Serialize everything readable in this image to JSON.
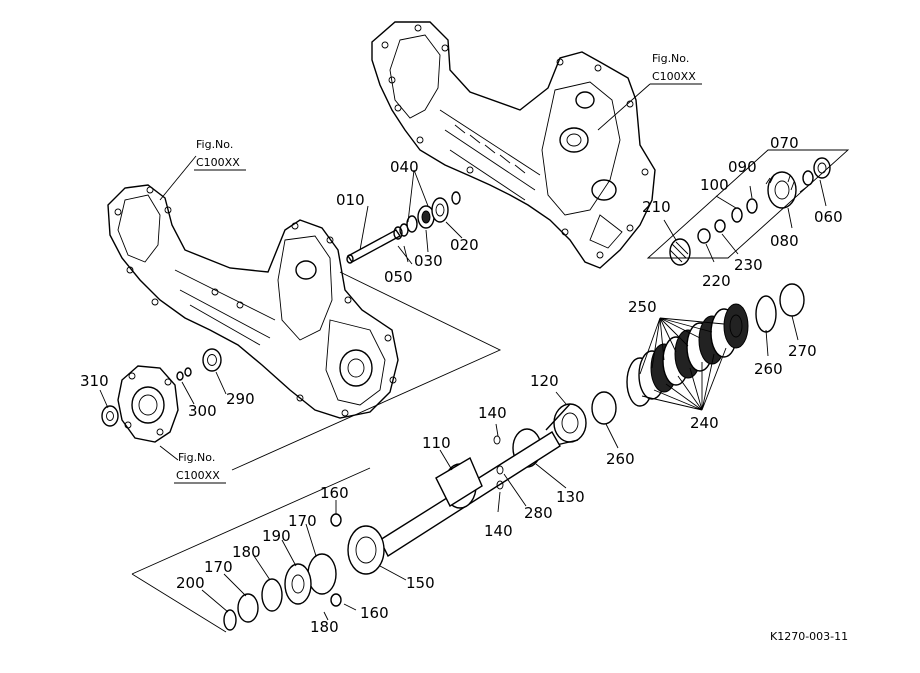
{
  "diagram": {
    "drawing_code": "K1270-003-11",
    "figure_refs": [
      {
        "line1": "Fig.No.",
        "line2": "C100XX"
      },
      {
        "line1": "Fig.No.",
        "line2": "C100XX"
      },
      {
        "line1": "Fig.No.",
        "line2": "C100XX"
      }
    ],
    "parts": {
      "p010": "010",
      "p020": "020",
      "p030": "030",
      "p040": "040",
      "p050": "050",
      "p060": "060",
      "p070": "070",
      "p080": "080",
      "p090": "090",
      "p100": "100",
      "p110": "110",
      "p120": "120",
      "p130": "130",
      "p140a": "140",
      "p140b": "140",
      "p150": "150",
      "p160a": "160",
      "p160b": "160",
      "p170a": "170",
      "p170b": "170",
      "p180a": "180",
      "p180b": "180",
      "p190": "190",
      "p200": "200",
      "p210": "210",
      "p220": "220",
      "p230": "230",
      "p240": "240",
      "p250": "250",
      "p260a": "260",
      "p260b": "260",
      "p270": "270",
      "p280": "280",
      "p290": "290",
      "p300": "300",
      "p310": "310"
    }
  }
}
